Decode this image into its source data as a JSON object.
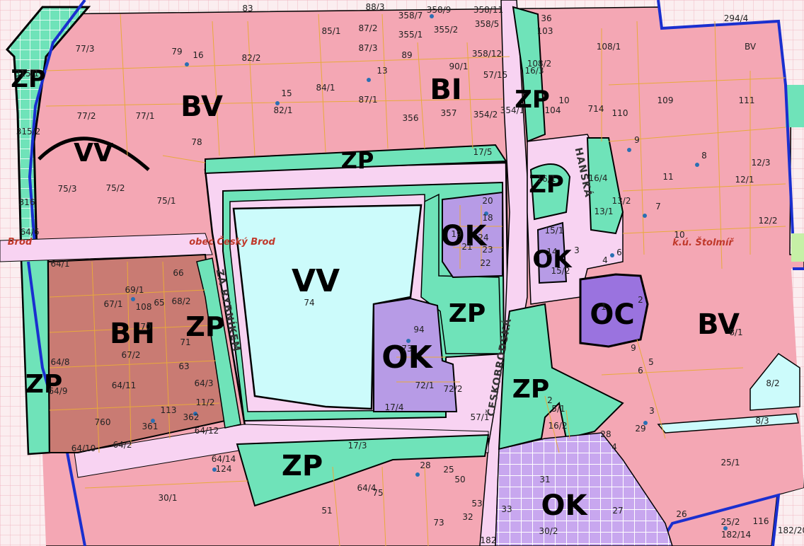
{
  "colors": {
    "bv": "#f4a7b4",
    "bi": "#f4a7b4",
    "bh": "#c97b73",
    "zp": "#6fe3b9",
    "vv": "#ccfbfb",
    "ok": "#b79be6",
    "oc": "#9a73df",
    "road": "#f8d3f2",
    "grid": "#f3dfe3",
    "boundary": "#1a2fcf",
    "parcel_line": "#e8a93c"
  },
  "zone_labels": [
    {
      "id": "zp-west-top",
      "text": "ZP"
    },
    {
      "id": "bv-north",
      "text": "BV"
    },
    {
      "id": "bi-north",
      "text": "BI"
    },
    {
      "id": "zp-north-strip",
      "text": "ZP"
    },
    {
      "id": "zp-east-top",
      "text": "ZP"
    },
    {
      "id": "vv-north",
      "text": "VV"
    },
    {
      "id": "zp-ring-east",
      "text": "ZP"
    },
    {
      "id": "zp-hanska",
      "text": "ZP"
    },
    {
      "id": "ok-north",
      "text": "OK"
    },
    {
      "id": "ok-east-small",
      "text": "OK"
    },
    {
      "id": "vv-center",
      "text": "VV"
    },
    {
      "id": "oc-center",
      "text": "OC"
    },
    {
      "id": "bv-east",
      "text": "BV"
    },
    {
      "id": "bh-west",
      "text": "BH"
    },
    {
      "id": "zp-rybnikem",
      "text": "ZP"
    },
    {
      "id": "zp-center",
      "text": "ZP"
    },
    {
      "id": "ok-center",
      "text": "OK"
    },
    {
      "id": "zp-west-bottom",
      "text": "ZP"
    },
    {
      "id": "zp-skobrodska",
      "text": "ZP"
    },
    {
      "id": "zp-south",
      "text": "ZP"
    },
    {
      "id": "ok-south",
      "text": "OK"
    }
  ],
  "place_labels": [
    {
      "id": "brod",
      "text": "Brod"
    },
    {
      "id": "obec-cesky-brod",
      "text": "obec Český Brod"
    },
    {
      "id": "ku-stolmir",
      "text": "k.ú. Štolmíř"
    }
  ],
  "street_labels": [
    {
      "id": "za-rybnikem",
      "text": "ZA RYBNÍKEM"
    },
    {
      "id": "skobrodska",
      "text": "ČESKOBRODSKÁ"
    },
    {
      "id": "hanska",
      "text": "HANSKÁ"
    }
  ],
  "parcel_labels": [
    "83",
    "85/1",
    "87/2",
    "88/3",
    "358/7",
    "358/9",
    "358/11",
    "36",
    "294/4",
    "77/3",
    "79",
    "16",
    "82/2",
    "87/3",
    "355/1",
    "355/2",
    "358/5",
    "103",
    "108/1",
    "315/1",
    "89",
    "358/12",
    "108/2",
    "90/1",
    "13",
    "57/15",
    "16/3",
    "BV",
    "84/1",
    "15",
    "82/1",
    "87/1",
    "77/2",
    "77/1",
    "356",
    "357",
    "354/2",
    "354/1",
    "10",
    "104",
    "714",
    "110",
    "109",
    "111",
    "315/2",
    "78",
    "17/5",
    "9",
    "8",
    "75/3",
    "75/2",
    "75/1",
    "316",
    "16/1",
    "16/4",
    "11",
    "12/1",
    "12/3",
    "13/1",
    "13/2",
    "7",
    "12/2",
    "64/6",
    "20",
    "18",
    "19",
    "21",
    "24",
    "23",
    "22",
    "15/1",
    "14",
    "15/2",
    "3",
    "6",
    "4",
    "10",
    "64/1",
    "66",
    "69/1",
    "67/1",
    "108",
    "65",
    "68/2",
    "74",
    "94",
    "1",
    "2",
    "70",
    "71",
    "67/2",
    "64/8",
    "63",
    "73",
    "8/1",
    "9",
    "5",
    "6",
    "64/3",
    "64/11",
    "64/9",
    "72/1",
    "72/2",
    "17/4",
    "57/1",
    "2",
    "5/1",
    "16/2",
    "8/2",
    "3",
    "29",
    "8/3",
    "113",
    "362",
    "11/2",
    "760",
    "361",
    "64/12",
    "64/2",
    "64/10",
    "17/3",
    "28",
    "4",
    "64/14",
    "124",
    "28",
    "25",
    "50",
    "31",
    "25/1",
    "30/1",
    "64/4",
    "75",
    "51",
    "53",
    "73",
    "32",
    "33",
    "27",
    "26",
    "30/2",
    "25/2",
    "116",
    "182/14",
    "182/20",
    "182",
    "36"
  ]
}
